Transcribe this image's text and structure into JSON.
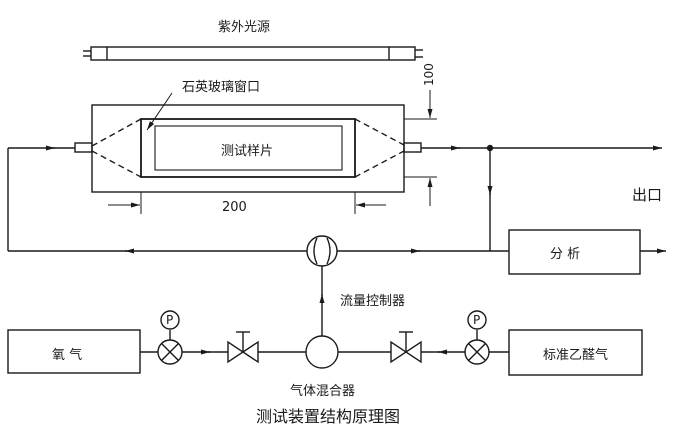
{
  "title": "测试装置结构原理图",
  "labels": {
    "uv_source": "紫外光源",
    "quartz_window": "石英玻璃窗口",
    "test_specimen": "测试样片",
    "outlet": "出口",
    "analyzer": "分 析",
    "flow_controller": "流量控制器",
    "oxygen": "氧 气",
    "gas_mixer": "气体混合器",
    "standard_formaldehyde": "标准乙醛气",
    "pressure_gauge_symbol": "P"
  },
  "dimensions": {
    "width_label": "200",
    "height_label": "100"
  },
  "colors": {
    "line": "#1a1a1a",
    "background": "#ffffff"
  }
}
